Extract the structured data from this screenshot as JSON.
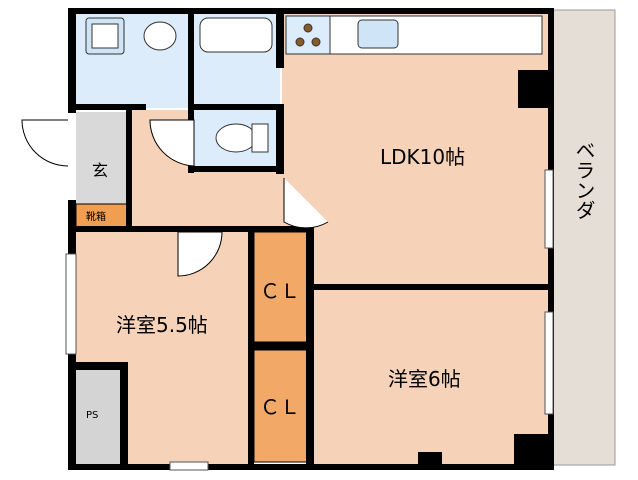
{
  "rooms": {
    "ldk": "LDK10帖",
    "western_a": "洋室5.5帖",
    "western_b": "洋室6帖",
    "entrance": "玄",
    "shoe_box": "靴箱",
    "closet_upper": "ＣＬ",
    "closet_lower": "ＣＬ",
    "ps": "PS",
    "veranda": "ベランダ"
  },
  "colors": {
    "floor": "#f5d2b8",
    "wet_area": "#dcecfb",
    "closet": "#f2a866",
    "shoe_box": "#ef9e52",
    "entrance": "#d9d9d9",
    "ps": "#d4d4d4",
    "veranda": "#e5ded6",
    "wall": "#000000"
  }
}
